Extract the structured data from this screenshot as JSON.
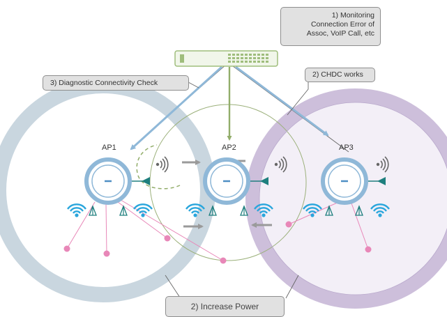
{
  "callouts": {
    "monitoring": [
      "1) Monitoring",
      "Connection Error of",
      "Assoc, VoIP Call, etc"
    ],
    "chdc": "2) CHDC works",
    "diagnostic": "3) Diagnostic Connectivity Check",
    "power": "2) Increase Power"
  },
  "access_points": [
    "AP1",
    "AP2",
    "AP3"
  ],
  "colors": {
    "left_cell": "#c9d6df",
    "middle_cell": "#9bb07a",
    "right_cell": "#cdbfdb",
    "ap_ring": "#8fb8d8",
    "arrow_blue": "#8fb8d8",
    "arrow_green": "#92ad6a",
    "client_pink": "#e887b8",
    "wifi_blue": "#2aa6dc",
    "antenna_teal": "#1e7f7e",
    "callout_bg": "#e1e1e1"
  },
  "icons": [
    "switch-icon",
    "access-point-icon",
    "antenna-icon",
    "wifi-signal-icon",
    "sound-wave-icon",
    "client-device-icon"
  ]
}
